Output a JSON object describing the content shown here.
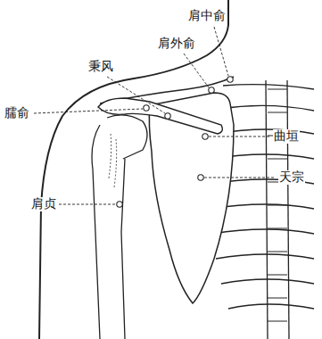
{
  "diagram": {
    "labels": [
      "肩中俞",
      "肩外俞",
      "秉风",
      "臑俞",
      "曲垣",
      "天宗",
      "肩贞"
    ]
  }
}
